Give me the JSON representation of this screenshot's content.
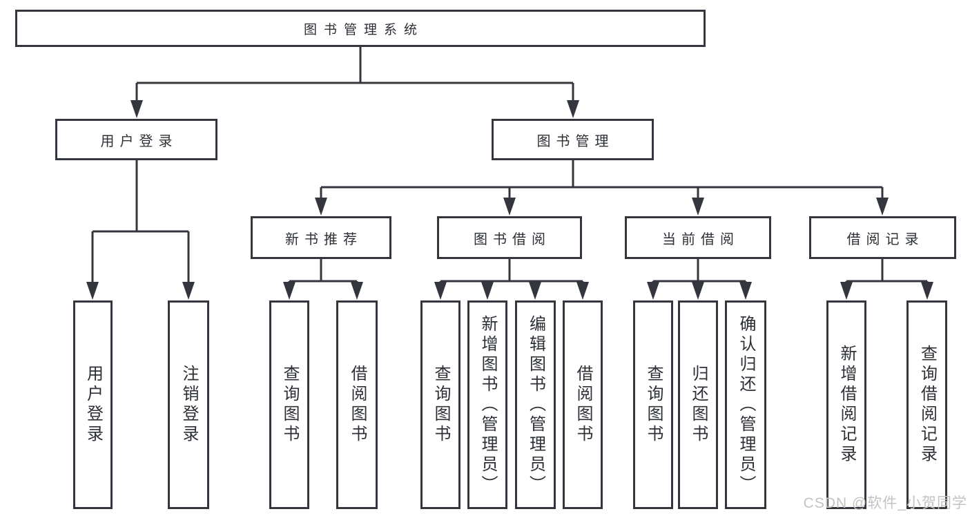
{
  "colors": {
    "line": "#33373d",
    "text": "#2c3036",
    "box_background": "#ffffff",
    "page_background": "#ffffff",
    "watermark": "#c3c3c3"
  },
  "diagram": {
    "title": "图书管理系统",
    "level2": {
      "user_login": "用户登录",
      "book_management": "图书管理"
    },
    "level3": {
      "new_book_recommend": "新书推荐",
      "book_borrow": "图书借阅",
      "current_borrow": "当前借阅",
      "borrow_records": "借阅记录"
    },
    "leaves": {
      "user_login": "用户登录",
      "logout": "注销登录",
      "rec_query_books": "查询图书",
      "rec_borrow_books": "借阅图书",
      "bb_query_books": "查询图书",
      "bb_add_books_admin": "新增图书（管理员）",
      "bb_edit_books_admin": "编辑图书（管理员）",
      "bb_borrow_books": "借阅图书",
      "cb_query_books": "查询图书",
      "cb_return_books": "归还图书",
      "cb_confirm_return_admin": "确认归还（管理员）",
      "br_add_record": "新增借阅记录",
      "br_query_record": "查询借阅记录"
    }
  },
  "watermark": "CSDN @软件_小贺同学"
}
